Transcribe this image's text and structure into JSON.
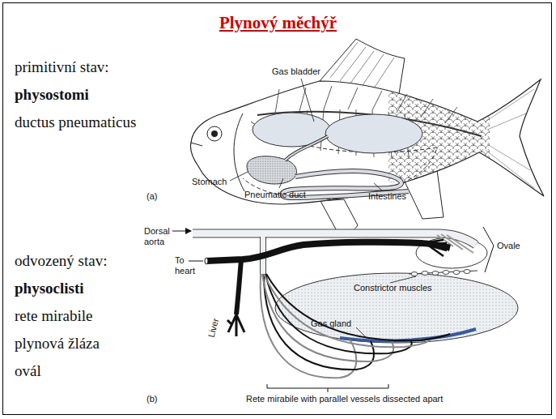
{
  "diagram": {
    "title": "Plynový měchýř",
    "labels": [
      "primitivní stav:",
      "physostomi",
      "ductus pneumaticus",
      "odvozený stav:",
      "physoclisti",
      "rete mirabile",
      "plynová žláza",
      "ovál",
      "Gas bladder",
      "Stomach",
      "Pneumatic duct",
      "Intestines",
      "(a)",
      "Dorsal aorta",
      "To heart",
      "Ovale",
      "Constrictor muscles",
      "Gas gland",
      "Liver",
      "Rete mirabile with parallel vessels dissected apart",
      "(b)"
    ]
  }
}
